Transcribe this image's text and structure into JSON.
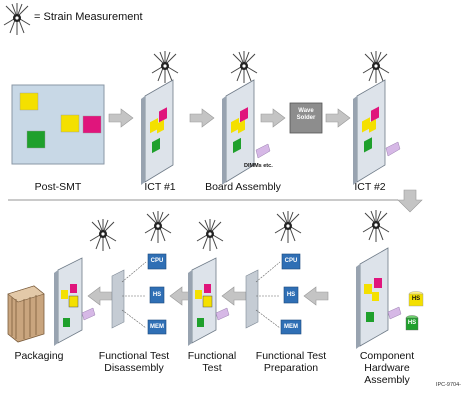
{
  "legend": {
    "text": "= Strain Measurement",
    "icon": "strain-gauge-icon"
  },
  "top_row": {
    "steps": [
      {
        "label": "Post-SMT"
      },
      {
        "label": "ICT #1"
      },
      {
        "label": "Board Assembly"
      },
      {
        "label": "ICT #2"
      }
    ],
    "wave_solder": "Wave Solder",
    "dimms_note": "DIMMs etc."
  },
  "bottom_row": {
    "steps": [
      {
        "label": "Packaging"
      },
      {
        "label": "Functional Test Disassembly"
      },
      {
        "label": "Functional Test"
      },
      {
        "label": "Functional Test Preparation"
      },
      {
        "label": "Component Hardware Assembly"
      }
    ],
    "chips": {
      "cpu": "CPU",
      "hs": "HS",
      "mem": "MEM"
    }
  },
  "footer_code": "IPC-9704-",
  "colors": {
    "board_face": "#dde3ea",
    "board_side": "#98a3b0",
    "arrow": "#c4c4c4",
    "yellow": "#f4e000",
    "magenta": "#e0157c",
    "green": "#1fa02c",
    "blue": "#2f6fb5",
    "lilac": "#d6b8e6"
  }
}
